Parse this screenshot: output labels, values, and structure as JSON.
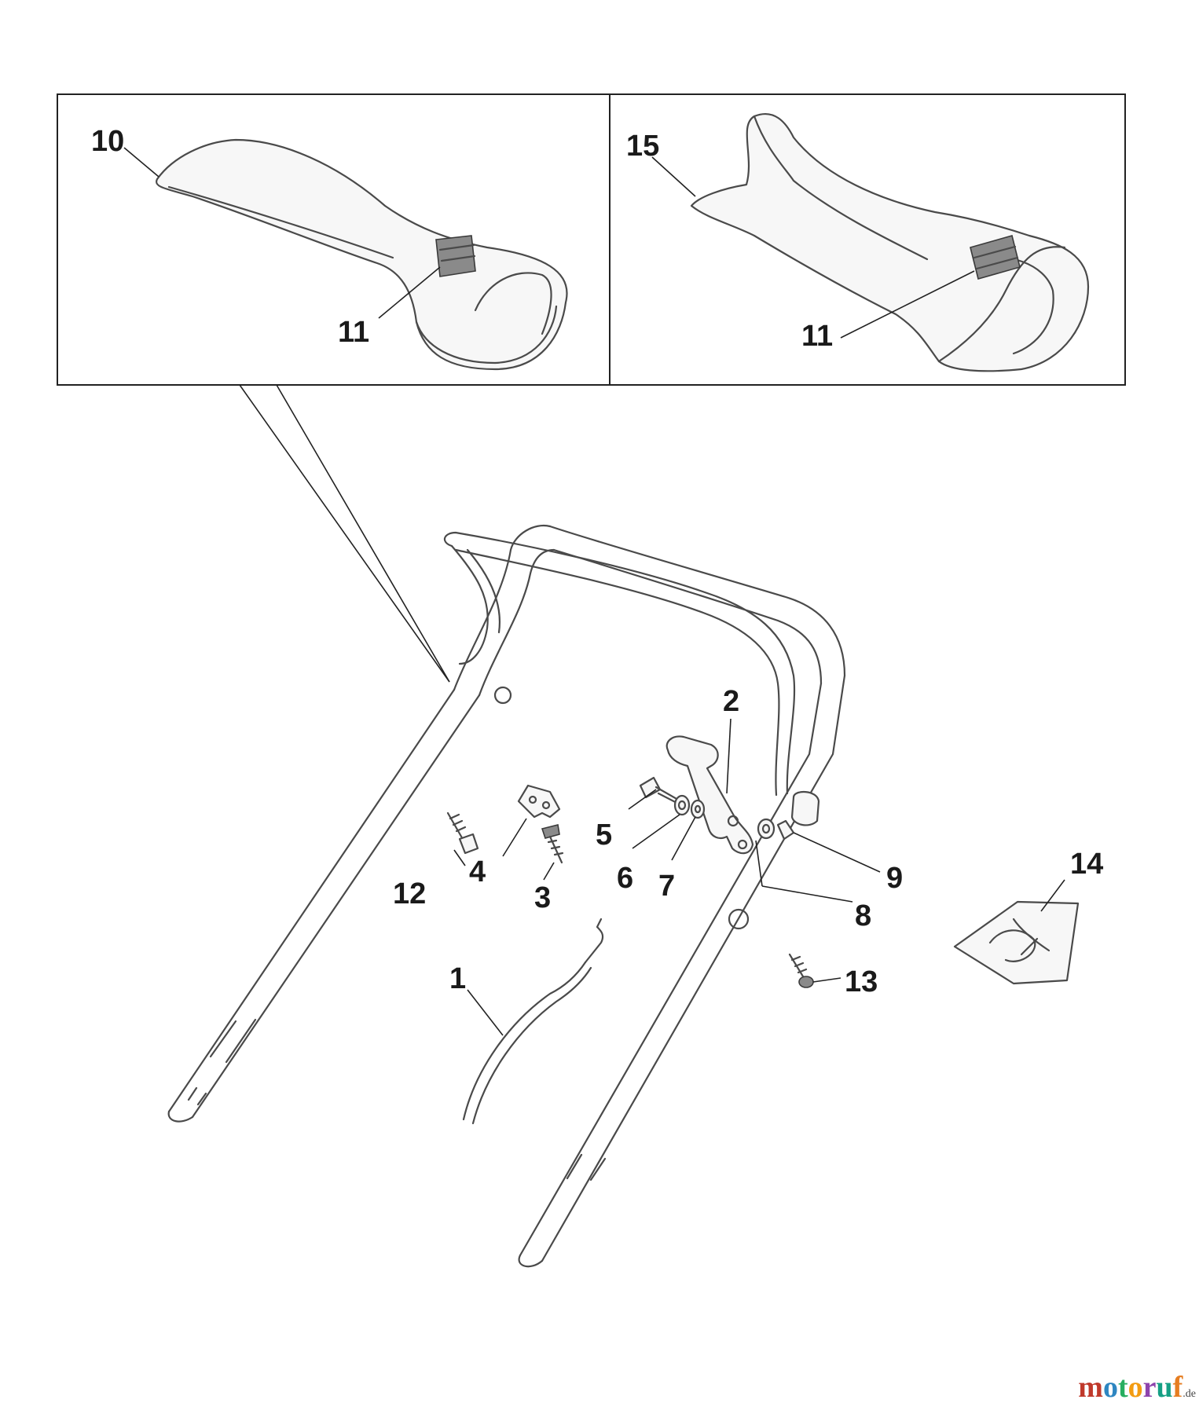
{
  "callouts": {
    "c1": "1",
    "c2": "2",
    "c3": "3",
    "c4": "4",
    "c5": "5",
    "c6": "6",
    "c7": "7",
    "c8": "8",
    "c9": "9",
    "c10": "10",
    "c11a": "11",
    "c11b": "11",
    "c12": "12",
    "c13": "13",
    "c14": "14",
    "c15": "15"
  },
  "watermark": {
    "main": "motoruf",
    "suffix": ".de",
    "colors": [
      "#c0392b",
      "#2e86c1",
      "#27ae60",
      "#f39c12",
      "#8e44ad",
      "#16a085",
      "#e67e22"
    ]
  }
}
